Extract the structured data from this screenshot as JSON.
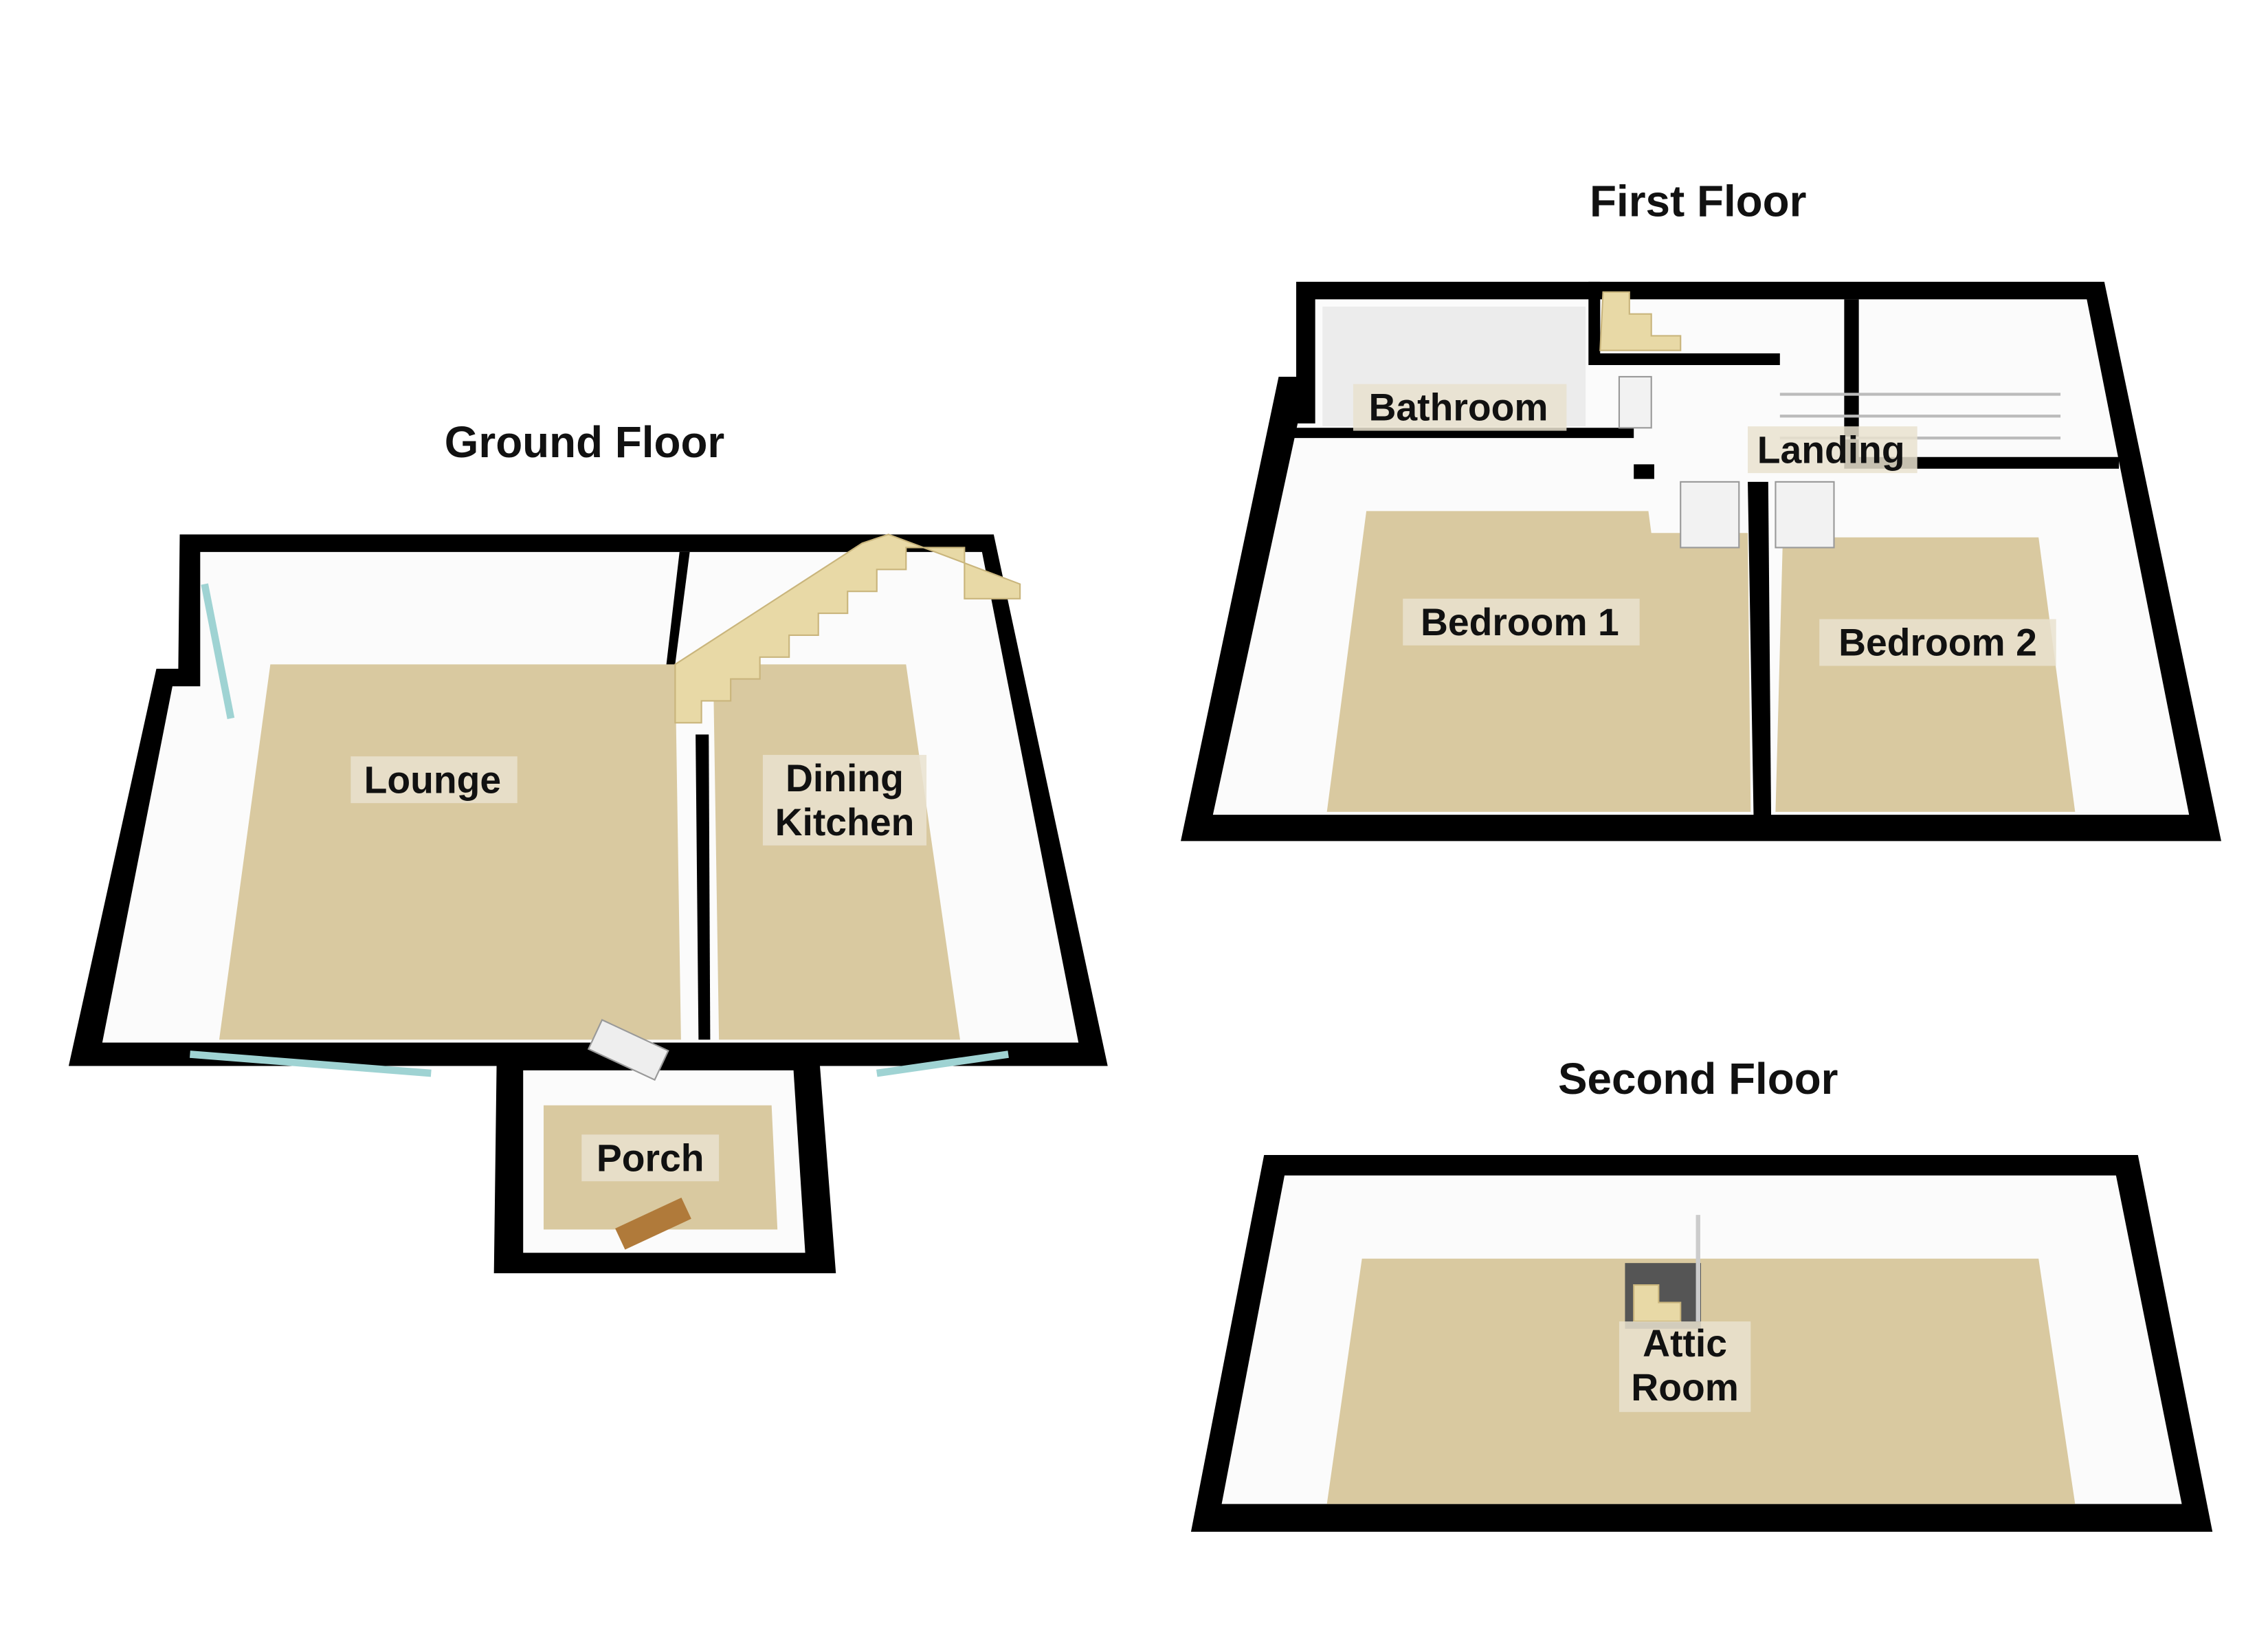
{
  "floors": {
    "ground": {
      "title": "Ground Floor",
      "rooms": {
        "lounge": "Lounge",
        "dining_line1": "Dining",
        "dining_line2": "Kitchen",
        "porch": "Porch"
      }
    },
    "first": {
      "title": "First Floor",
      "rooms": {
        "bathroom": "Bathroom",
        "landing": "Landing",
        "bedroom1": "Bedroom 1",
        "bedroom2": "Bedroom 2"
      }
    },
    "second": {
      "title": "Second Floor",
      "rooms": {
        "attic_line1": "Attic",
        "attic_line2": "Room"
      }
    }
  },
  "colors": {
    "wall": "#000000",
    "floor": "#d9c9a0",
    "window": "#9fd3d3"
  }
}
